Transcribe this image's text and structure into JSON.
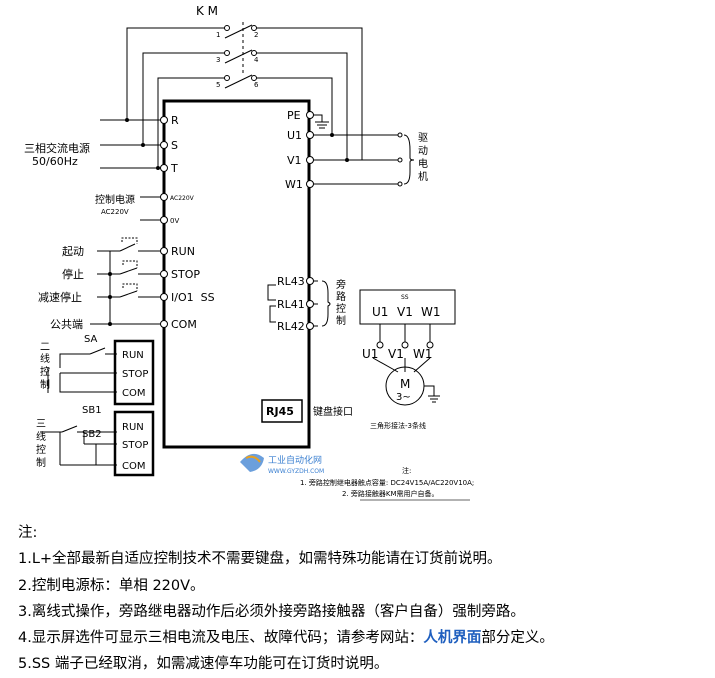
{
  "diagram": {
    "contactor_label": "K  M",
    "contactor_pins": [
      "1",
      "2",
      "3",
      "4",
      "5",
      "6"
    ],
    "power_label": "三相交流电源",
    "power_freq": "50/60Hz",
    "input_terminals": [
      "R",
      "S",
      "T"
    ],
    "control_power_label_1": "控制电源",
    "control_power_label_2": "AC220V",
    "control_terminals": [
      "AC220V",
      "0V"
    ],
    "signal_terminals": [
      "RUN",
      "STOP",
      "I/O1  SS",
      "COM"
    ],
    "signal_labels": [
      "起动",
      "停止",
      "减速停止",
      "公共端"
    ],
    "output_terminals": [
      "PE",
      "U1",
      "V1",
      "W1"
    ],
    "motor_drive_label": [
      "驱",
      "动",
      "电",
      "机"
    ],
    "relay_terminals": [
      "RL43",
      "RL41",
      "RL42"
    ],
    "bypass_label": [
      "旁",
      "路",
      "控",
      "制"
    ],
    "rj45_label": "RJ45",
    "keypad_label": "键盘接口",
    "two_wire": {
      "label": [
        "二",
        "线",
        "控",
        "制"
      ],
      "switch": "SA",
      "terminals": [
        "RUN",
        "STOP",
        "COM"
      ]
    },
    "three_wire": {
      "label": [
        "三",
        "线",
        "控",
        "制"
      ],
      "switches": [
        "SB1",
        "SB2"
      ],
      "terminals": [
        "RUN",
        "STOP",
        "COM"
      ]
    },
    "motor_box": {
      "top_small": "SS",
      "terminals": [
        "U1",
        "V1",
        "W1"
      ],
      "lower_terminals": [
        "U1",
        "V1",
        "W1"
      ],
      "motor_symbol": "M",
      "motor_phase": "3~",
      "caption": "三角形接法-3条线"
    },
    "watermark": {
      "text": "工业自动化网",
      "url": "WWW.GYZDH.COM"
    },
    "small_note": {
      "title": "注:",
      "line1": "1. 旁路控制继电器触点容量: DC24V15A/AC220V10A;",
      "line2": "2. 旁路接触器KM需用户自备。"
    }
  },
  "notes": {
    "title": "注:",
    "items": [
      "1.L+全部最新自适应控制技术不需要键盘，如需特殊功能请在订货前说明。",
      "2.控制电源标：单相 220V。",
      "3.离线式操作，旁路继电器动作后必须外接旁路接触器（客户自备）强制旁路。"
    ],
    "item4_prefix": "4.显示屏选件可显示三相电流及电压、故障代码；请参考网站：",
    "item4_link": "人机界面",
    "item4_suffix": "部分定义。",
    "item5": "5.SS 端子已经取消，如需减速停车功能可在订货时说明。"
  },
  "colors": {
    "link": "#1f5fbf",
    "watermark": "#3a7fd0"
  }
}
